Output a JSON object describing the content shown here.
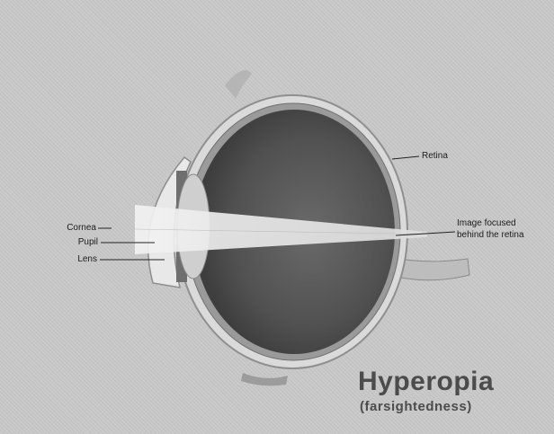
{
  "labels": {
    "cornea": "Cornea",
    "pupil": "Pupil",
    "lens": "Lens",
    "retina": "Retina",
    "image_focus_line1": "Image focused",
    "image_focus_line2": "behind the retina"
  },
  "title": "Hyperopia",
  "subtitle": "(farsightedness)",
  "colors": {
    "background": "#c9c9c9",
    "eyeball_interior": "#555555",
    "sclera": "#d9d9d9",
    "light_beam": "#e6e6e6",
    "title_text": "#4c4c4c"
  }
}
